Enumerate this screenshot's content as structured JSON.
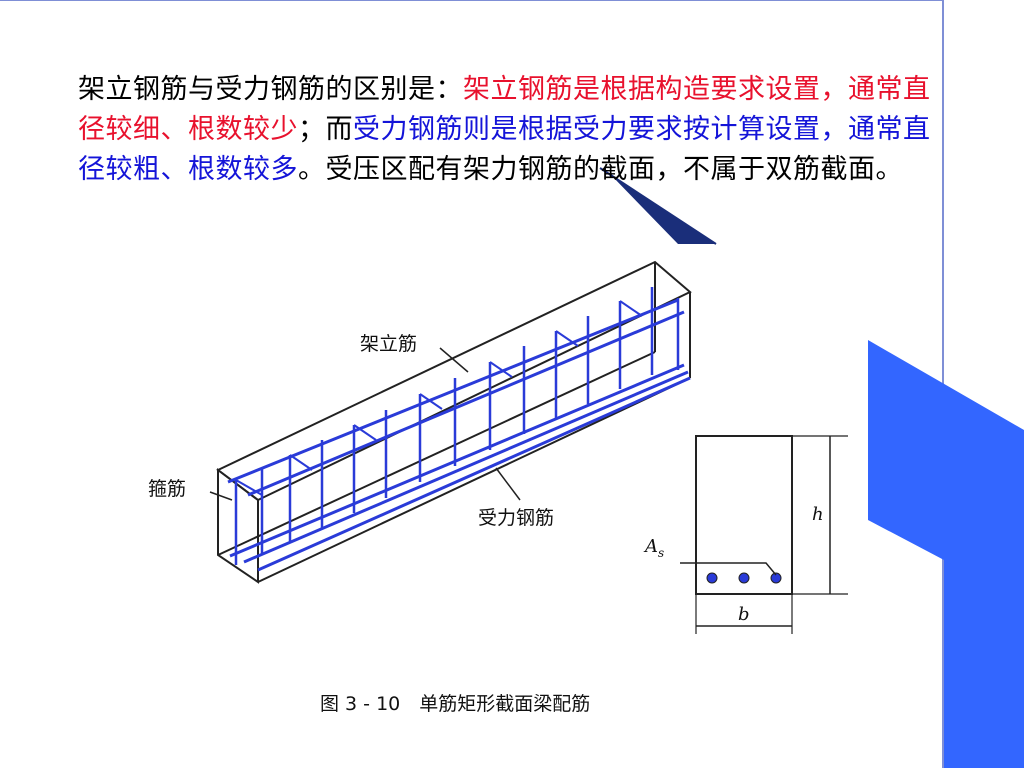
{
  "paragraph": {
    "seg1": "架立钢筋与受力钢筋的区别是：",
    "seg2": "架立钢筋是根据构造要求设置，通常直径较细、根数较少",
    "seg3": "；而",
    "seg4": "受力钢筋则是根据受力要求按计算设置，通常直径较粗、根数较多",
    "seg5": "。受压区配有架力钢筋的截面，不属于双筋截面。"
  },
  "figure": {
    "label_erection_bar": "架立筋",
    "label_stirrup": "箍筋",
    "label_main_bar": "受力钢筋",
    "label_as": "A",
    "label_as_sub": "s",
    "label_h": "h",
    "label_b": "b",
    "caption": "图 3 - 10　单筋矩形截面梁配筋"
  },
  "colors": {
    "red_text": "#e8112d",
    "blue_text": "#1414d8",
    "rebar_blue": "#2a3bd8",
    "accent_blue": "#3366ff",
    "accent_navy": "#1a2e7a"
  }
}
